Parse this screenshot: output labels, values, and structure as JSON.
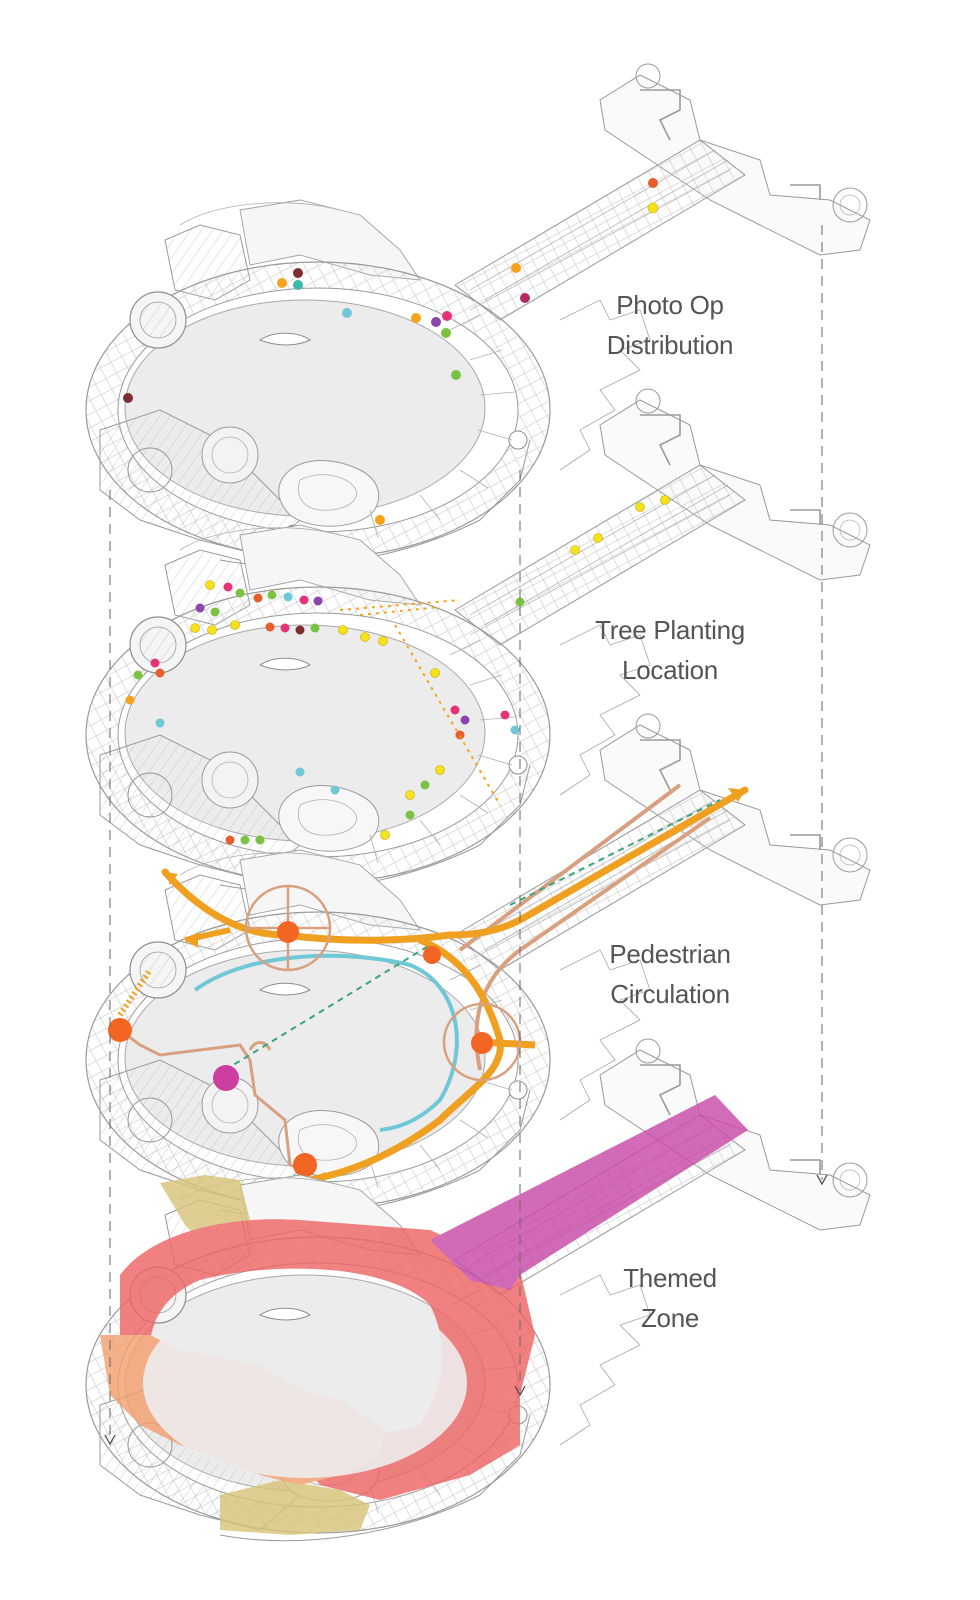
{
  "layers": [
    {
      "id": "photo-op",
      "line1": "Photo Op",
      "line2": "Distribution"
    },
    {
      "id": "tree-planting",
      "line1": "Tree Planting",
      "line2": "Location"
    },
    {
      "id": "pedestrian-circulation",
      "line1": "Pedestrian",
      "line2": "Circulation"
    },
    {
      "id": "themed-zone",
      "line1": "Themed",
      "line2": "Zone"
    }
  ],
  "colors": {
    "linework": "#9a9a9a",
    "plaza_fill": "#ececec",
    "circulation_primary": "#f0a020",
    "circulation_secondary": "#d9a080",
    "circulation_accent": "#6fc7d8",
    "node": "#f26522",
    "zone_red": "#ee6666",
    "zone_salmon": "#f4a070",
    "zone_khaki": "#d8c47a",
    "zone_magenta": "#c84aa8",
    "dashed_guides": "#666666"
  },
  "marker_palette": [
    "#e5337a",
    "#7cc242",
    "#f7a21b",
    "#1a9ad6",
    "#8e44ad",
    "#f4e21a",
    "#e85d2b",
    "#3cb9a9",
    "#7d2e2e"
  ]
}
